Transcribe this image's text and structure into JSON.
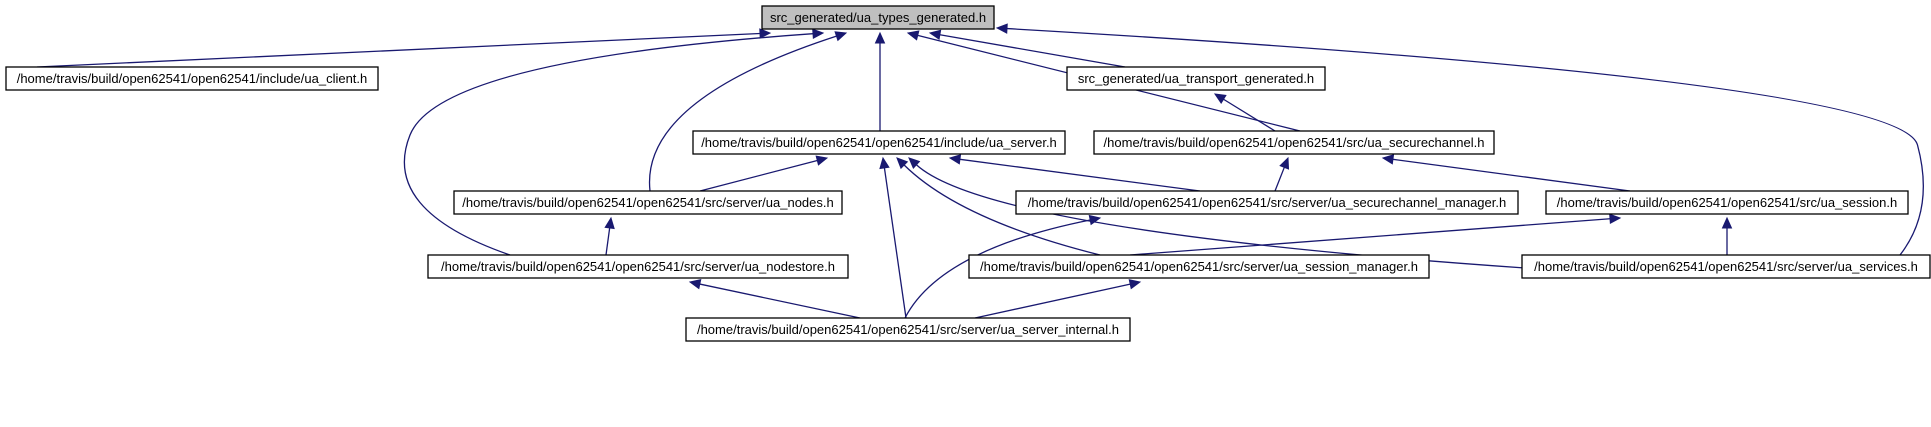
{
  "diagram": {
    "nodes": {
      "types": "src_generated/ua_types_generated.h",
      "client": "/home/travis/build/open62541/open62541/include/ua_client.h",
      "transport": "src_generated/ua_transport_generated.h",
      "server": "/home/travis/build/open62541/open62541/include/ua_server.h",
      "securechannel": "/home/travis/build/open62541/open62541/src/ua_securechannel.h",
      "nodes": "/home/travis/build/open62541/open62541/src/server/ua_nodes.h",
      "sc_manager": "/home/travis/build/open62541/open62541/src/server/ua_securechannel_manager.h",
      "session": "/home/travis/build/open62541/open62541/src/ua_session.h",
      "nodestore": "/home/travis/build/open62541/open62541/src/server/ua_nodestore.h",
      "session_manager": "/home/travis/build/open62541/open62541/src/server/ua_session_manager.h",
      "services": "/home/travis/build/open62541/open62541/src/server/ua_services.h",
      "server_internal": "/home/travis/build/open62541/open62541/src/server/ua_server_internal.h"
    },
    "edges": [
      [
        "client",
        "types"
      ],
      [
        "transport",
        "types"
      ],
      [
        "server",
        "types"
      ],
      [
        "securechannel",
        "types"
      ],
      [
        "nodes",
        "types"
      ],
      [
        "nodestore",
        "types"
      ],
      [
        "services",
        "types"
      ],
      [
        "securechannel",
        "transport"
      ],
      [
        "nodes",
        "server"
      ],
      [
        "sc_manager",
        "server"
      ],
      [
        "session_manager",
        "server"
      ],
      [
        "services",
        "server"
      ],
      [
        "server_internal",
        "server"
      ],
      [
        "sc_manager",
        "securechannel"
      ],
      [
        "session",
        "securechannel"
      ],
      [
        "nodestore",
        "nodes"
      ],
      [
        "server_internal",
        "sc_manager"
      ],
      [
        "session_manager",
        "session"
      ],
      [
        "services",
        "session"
      ],
      [
        "server_internal",
        "nodestore"
      ],
      [
        "server_internal",
        "session_manager"
      ]
    ]
  }
}
